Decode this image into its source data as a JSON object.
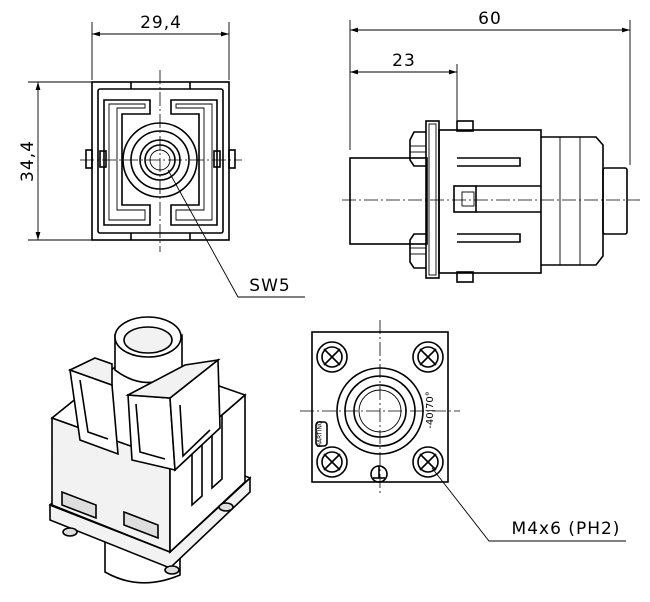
{
  "dimensions": {
    "front_width": "29,4",
    "front_height": "34,4",
    "side_total": "60",
    "side_partial": "23"
  },
  "callouts": {
    "wrench_size": "SW5",
    "screw_spec": "M4x6 (PH2)"
  },
  "markings": {
    "temperature_range": "-40|70°",
    "logo_text": "HARTING"
  }
}
